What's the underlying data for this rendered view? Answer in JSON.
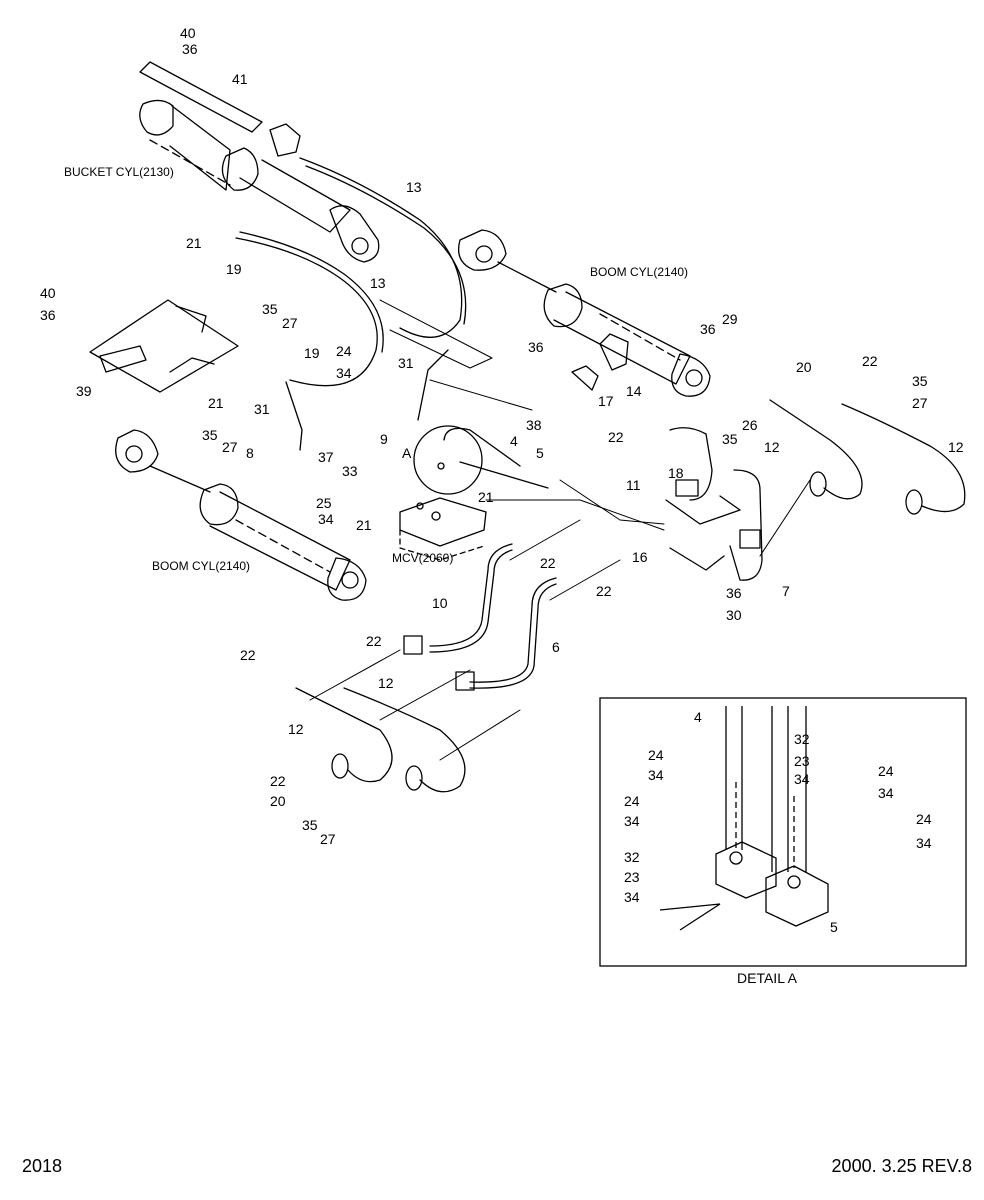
{
  "captions": {
    "bucket_cyl": "BUCKET CYL(2130)",
    "boom_cyl_upper": "BOOM CYL(2140)",
    "boom_cyl_lower": "BOOM CYL(2140)",
    "mcv": "MCV(2060)",
    "detail_marker": "A",
    "detail_title": "DETAIL A"
  },
  "footer": {
    "page_number": "2018",
    "revision": "2000. 3.25 REV.8"
  },
  "callouts": {
    "c40a": "40",
    "c36a": "36",
    "c41": "41",
    "c13a": "13",
    "c21a": "21",
    "c19a": "19",
    "c35a": "35",
    "c27a": "27",
    "c13b": "13",
    "c40b": "40",
    "c36b": "36",
    "c39": "39",
    "c24a": "24",
    "c34a": "34",
    "c19b": "19",
    "c21b": "21",
    "c31a": "31",
    "c35b": "35",
    "c27b": "27",
    "c8": "8",
    "c37": "37",
    "c33": "33",
    "c31b": "31",
    "c9": "9",
    "c36c": "36",
    "c38": "38",
    "c17": "17",
    "c14": "14",
    "c29": "29",
    "c36d": "36",
    "c4a": "4",
    "c5a": "5",
    "c25": "25",
    "c34b": "34",
    "c21c": "21",
    "c21d": "21",
    "c22a": "22",
    "c22b": "22",
    "c10": "10",
    "c6": "6",
    "c22c": "22",
    "c22d": "22",
    "c12a": "12",
    "c12b": "12",
    "c22e": "22",
    "c20a": "20",
    "c35c": "35",
    "c27c": "27",
    "c20b": "20",
    "c22f": "22",
    "c12c": "12",
    "c12d": "12",
    "c35d": "35",
    "c27d": "27",
    "c22g": "22",
    "c26": "26",
    "c35e": "35",
    "c18": "18",
    "c11": "11",
    "c16": "16",
    "c36e": "36",
    "c30": "30",
    "c7": "7",
    "c4b": "4",
    "c32a": "32",
    "c23a": "23",
    "c34c": "34",
    "c24b": "24",
    "c34d": "34",
    "c24c": "24",
    "c34e": "34",
    "c24d": "24",
    "c34f": "34",
    "c24e": "24",
    "c34g": "34",
    "c32b": "32",
    "c23b": "23",
    "c34h": "34",
    "c5b": "5"
  }
}
